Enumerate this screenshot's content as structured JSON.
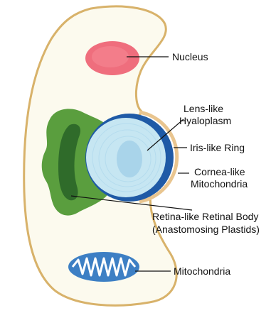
{
  "labels": {
    "nucleus": "Nucleus",
    "lens_line1": "Lens-like",
    "lens_line2": "Hyaloplasm",
    "iris": "Iris-like Ring",
    "cornea_line1": "Cornea-like",
    "cornea_line2": "Mitochondria",
    "retina_line1": "Retina-like Retinal Body",
    "retina_line2": "(Anastomosing Plastids)",
    "mitochondria": "Mitochondria"
  },
  "colors": {
    "cell_fill": "#fcfaee",
    "cell_outline": "#d8b26a",
    "nucleus": "#ef6e7d",
    "plastid_outer": "#5a9e3e",
    "plastid_inner": "#2f6b2a",
    "lens": "#c6e6f2",
    "lens_core": "#a9d4ea",
    "iris_ring": "#1f5aa6",
    "cornea": "#e9c58f",
    "mito_fill": "#3d7fc4",
    "mito_cristae": "#ffffff"
  }
}
